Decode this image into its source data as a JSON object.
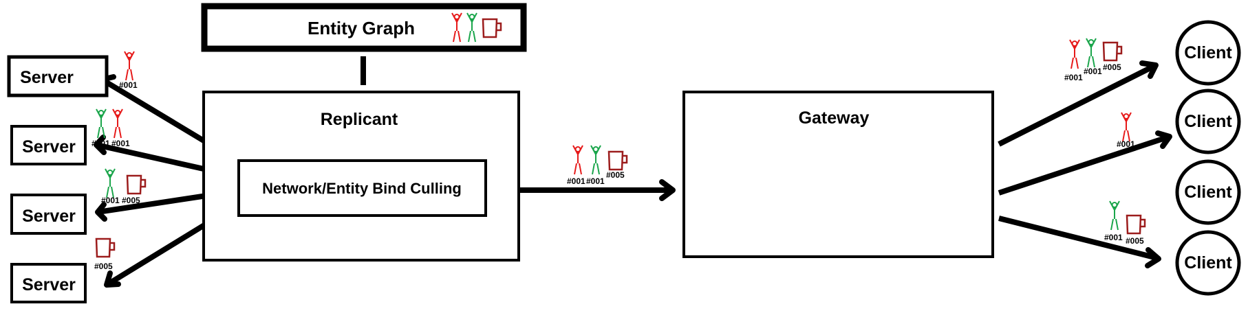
{
  "colors": {
    "red": "#e61919",
    "green": "#19a54a",
    "mug": "#9c1c1c",
    "stroke": "#000000"
  },
  "entity_graph": {
    "label": "Entity Graph",
    "icons": [
      "person-icon-red",
      "person-icon-green",
      "mug-icon"
    ]
  },
  "replicant": {
    "label": "Replicant",
    "inner_label": "Network/Entity Bind Culling"
  },
  "gateway": {
    "label": "Gateway"
  },
  "servers": [
    {
      "label": "Server",
      "payload": [
        {
          "icon": "person-icon-red",
          "tag": "#001"
        }
      ]
    },
    {
      "label": "Server",
      "payload": [
        {
          "icon": "person-icon-green",
          "tag": "#001"
        },
        {
          "icon": "person-icon-red",
          "tag": "#001"
        }
      ]
    },
    {
      "label": "Server",
      "payload": [
        {
          "icon": "person-icon-green",
          "tag": "#001"
        },
        {
          "icon": "mug-icon",
          "tag": "#005"
        }
      ]
    },
    {
      "label": "Server",
      "payload": [
        {
          "icon": "mug-icon",
          "tag": "#005"
        }
      ]
    }
  ],
  "middle_payload": [
    {
      "icon": "person-icon-red",
      "tag": "#001"
    },
    {
      "icon": "person-icon-green",
      "tag": "#001"
    },
    {
      "icon": "mug-icon",
      "tag": "#005"
    }
  ],
  "clients": [
    {
      "label": "Client",
      "payload": [
        {
          "icon": "person-icon-red",
          "tag": "#001"
        },
        {
          "icon": "person-icon-green",
          "tag": "#001"
        },
        {
          "icon": "mug-icon",
          "tag": "#005"
        }
      ]
    },
    {
      "label": "Client",
      "payload": [
        {
          "icon": "person-icon-red",
          "tag": "#001"
        }
      ]
    },
    {
      "label": "Client",
      "payload": []
    },
    {
      "label": "Client",
      "payload": [
        {
          "icon": "person-icon-green",
          "tag": "#001"
        },
        {
          "icon": "mug-icon",
          "tag": "#005"
        }
      ]
    }
  ]
}
